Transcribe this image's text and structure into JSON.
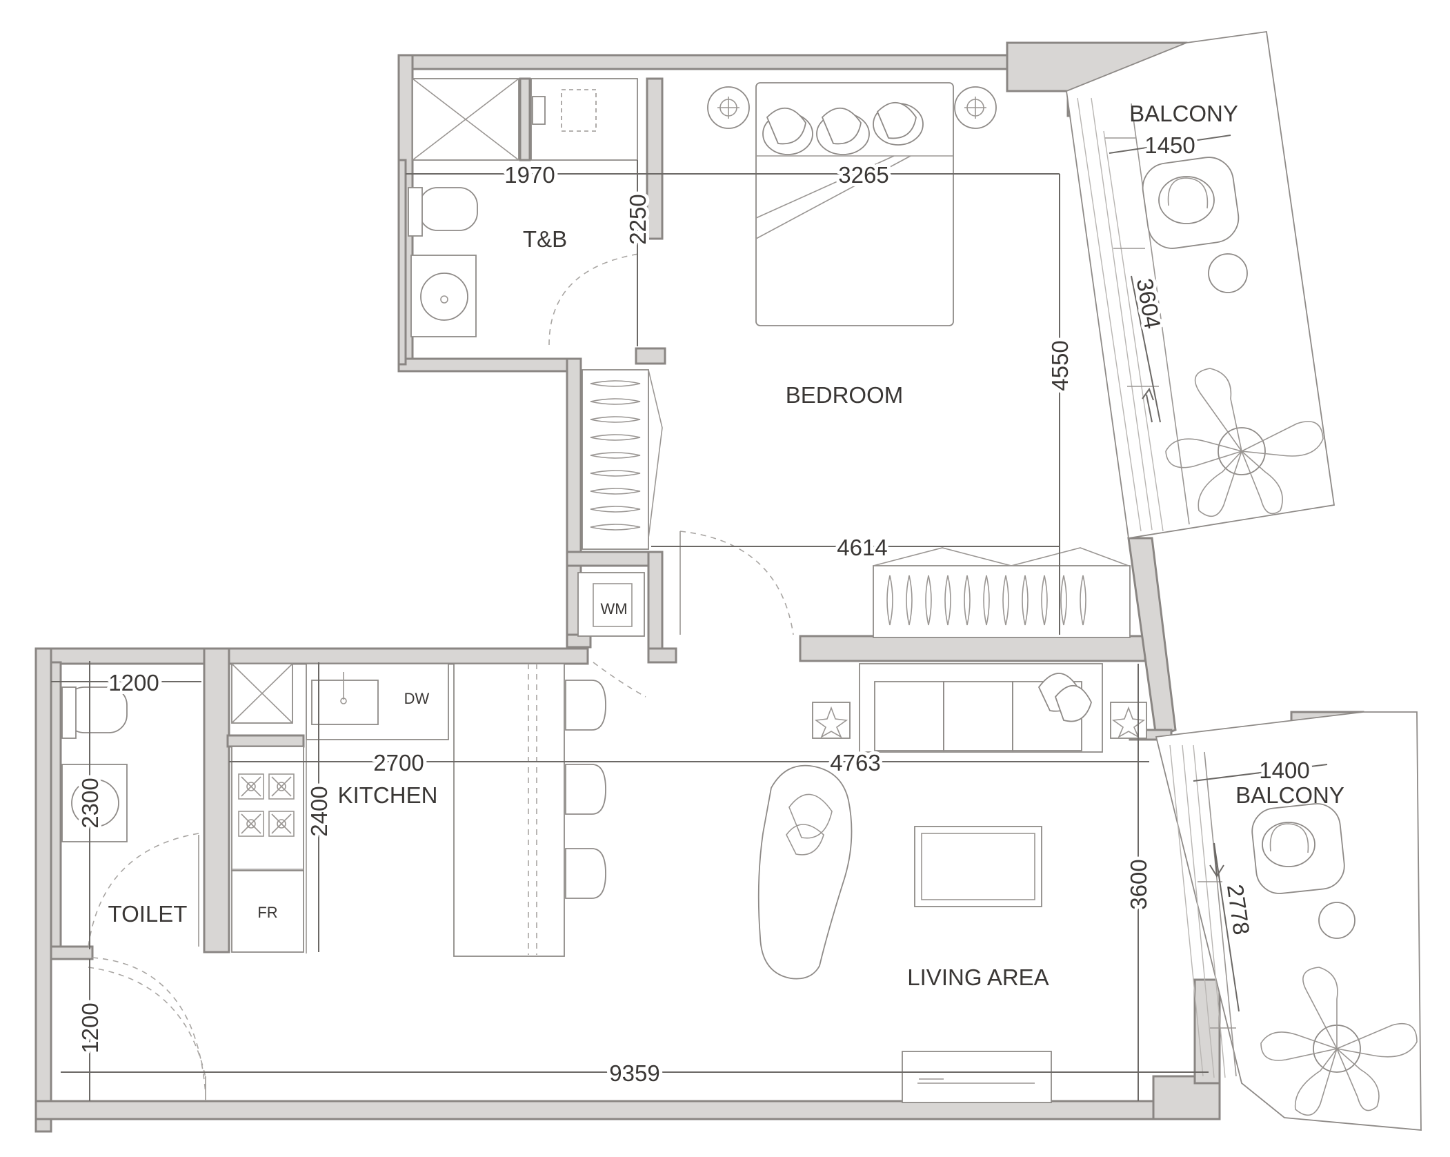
{
  "rooms": {
    "tb": "T&B",
    "bedroom": "BEDROOM",
    "balcony_upper": "BALCONY",
    "balcony_lower": "BALCONY",
    "kitchen": "KITCHEN",
    "toilet": "TOILET",
    "living": "LIVING AREA"
  },
  "appliances": {
    "wm": "WM",
    "dw": "DW",
    "fr": "FR"
  },
  "dimensions": {
    "tb_width": "1970",
    "bedroom_width": "3265",
    "tb_depth": "2250",
    "bedroom_depth": "4550",
    "balcony_upper_width": "1450",
    "balcony_upper_length": "3604",
    "bedroom_wardrobe_width": "4614",
    "toilet_width": "1200",
    "kitchen_width": "2700",
    "living_width": "4763",
    "toilet_depth": "2300",
    "kitchen_depth": "2400",
    "living_depth": "3600",
    "balcony_lower_width": "1400",
    "balcony_lower_length": "2778",
    "entry_depth": "1200",
    "overall_width": "9359"
  },
  "colors": {
    "wall_fill": "#d8d6d4",
    "line": "#8a8683",
    "text": "#3a3735"
  }
}
